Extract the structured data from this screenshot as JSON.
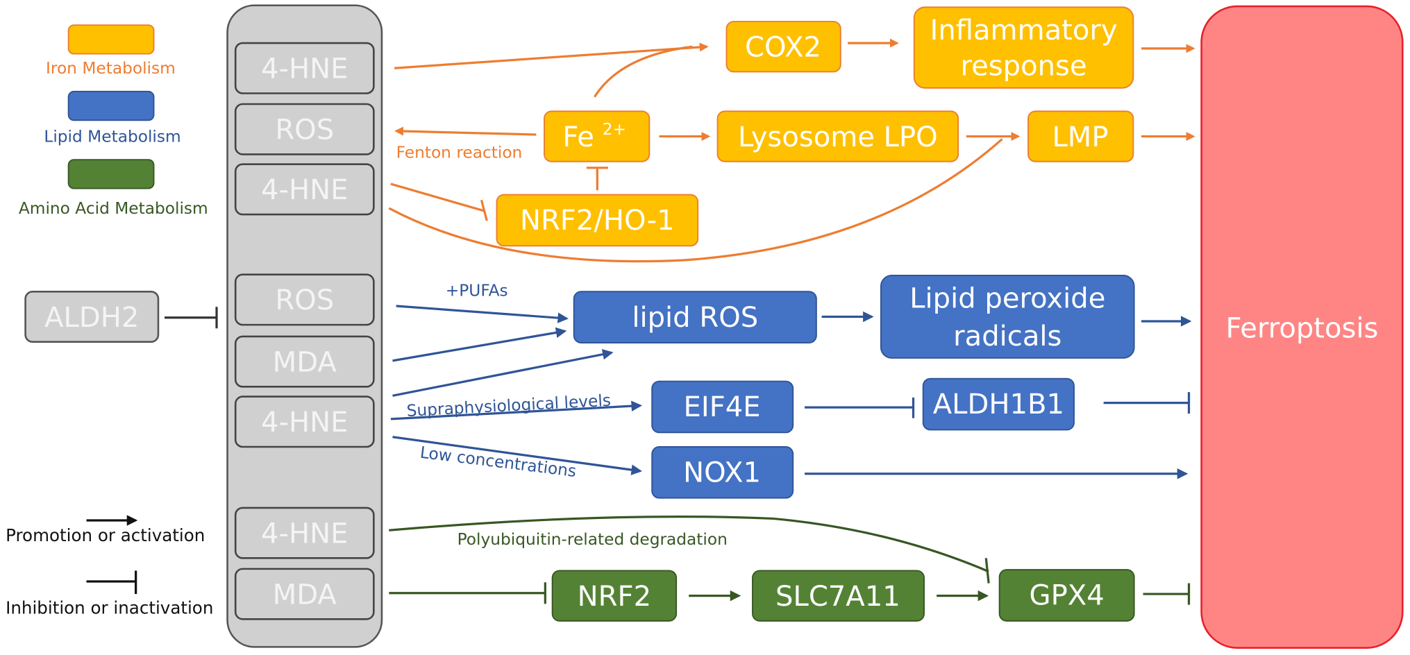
{
  "colors": {
    "iron": "#FFC000",
    "iron_stroke": "#ED7D31",
    "iron_text": "#ED7D31",
    "lipid": "#4472C4",
    "lipid_stroke": "#2F5597",
    "lipid_text": "#2F5597",
    "amino": "#548235",
    "amino_stroke": "#385723",
    "amino_text": "#385723",
    "gray": "#D0D0D0",
    "gray_stroke": "#555555",
    "ferroptosis": "#FF8585",
    "ferroptosis_stroke": "#E8202A"
  },
  "legend": {
    "iron": "Iron Metabolism",
    "lipid": "Lipid Metabolism",
    "amino": "Amino Acid Metabolism"
  },
  "key": {
    "promotion": "Promotion or activation",
    "inhibition": "Inhibition or inactivation"
  },
  "column": {
    "items": [
      "4-HNE",
      "ROS",
      "4-HNE",
      "ROS",
      "MDA",
      "4-HNE",
      "4-HNE",
      "MDA"
    ]
  },
  "aldh2": "ALDH2",
  "iron": {
    "cox2": "COX2",
    "inflammatory_line1": "Inflammatory",
    "inflammatory_line2": "response",
    "fe": "Fe",
    "fe_sup": "2+",
    "lysosome": "Lysosome LPO",
    "lmp": "LMP",
    "nrf2ho1": "NRF2/HO-1",
    "fenton_label": "Fenton reaction"
  },
  "lipid": {
    "lipid_ros": "lipid ROS",
    "radicals_line1": "Lipid peroxide",
    "radicals_line2": "radicals",
    "eif4e": "EIF4E",
    "aldh1b1": "ALDH1B1",
    "nox1": "NOX1",
    "pufas_label": "+PUFAs",
    "supra_label": "Supraphysiological levels",
    "low_label": "Low concentrations"
  },
  "amino": {
    "nrf2": "NRF2",
    "slc7a11": "SLC7A11",
    "gpx4": "GPX4",
    "poly_label": "Polyubiquitin-related degradation"
  },
  "ferroptosis": "Ferroptosis"
}
